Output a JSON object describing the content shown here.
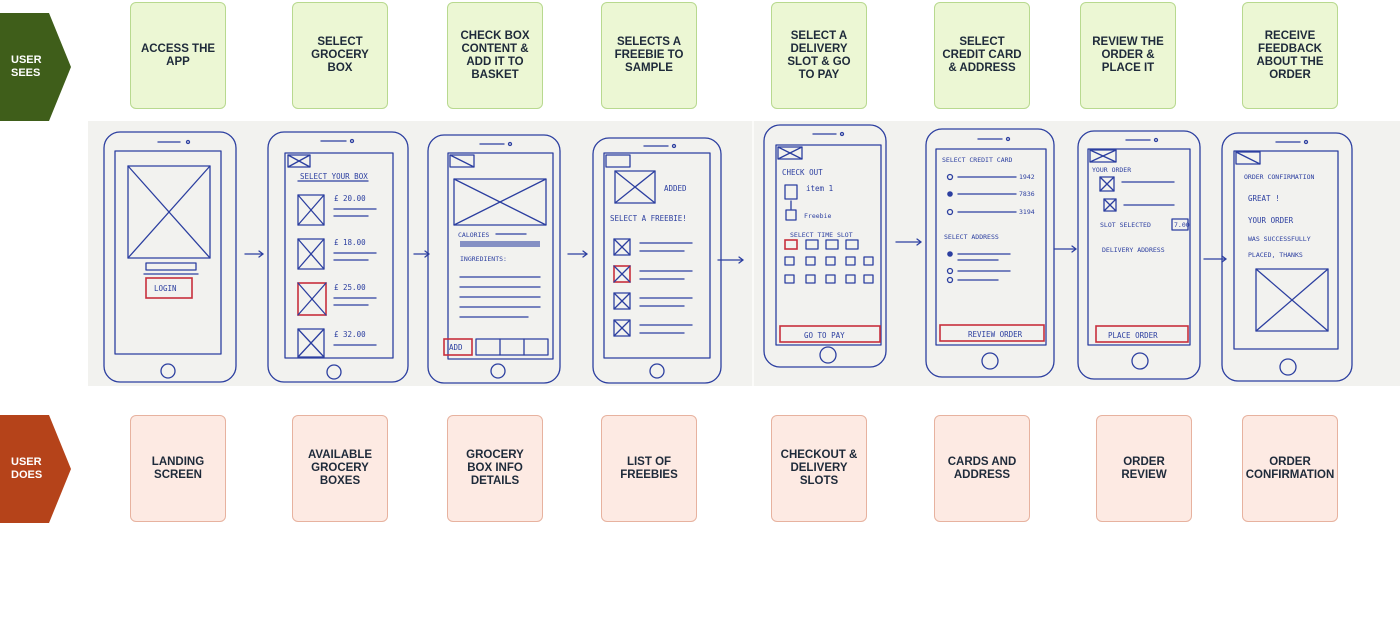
{
  "rows": {
    "sees_label": "USER\nSEES",
    "does_label": "USER\nDOES"
  },
  "colors": {
    "sees": "#3f5e1a",
    "does": "#b5431a",
    "ink": "#2c3fa0",
    "highlight": "#c72f3d"
  },
  "steps": [
    {
      "sees": "ACCESS THE APP",
      "does": "LANDING SCREEN"
    },
    {
      "sees": "SELECT GROCERY BOX",
      "does": "AVAILABLE GROCERY BOXES"
    },
    {
      "sees": "CHECK BOX CONTENT & ADD IT TO BASKET",
      "does": "GROCERY BOX INFO DETAILS"
    },
    {
      "sees": "SELECTS A FREEBIE TO SAMPLE",
      "does": "LIST OF FREEBIES"
    },
    {
      "sees": "SELECT A DELIVERY SLOT & GO TO PAY",
      "does": "CHECKOUT & DELIVERY SLOTS"
    },
    {
      "sees": "SELECT CREDIT CARD & ADDRESS",
      "does": "CARDS AND ADDRESS"
    },
    {
      "sees": "REVIEW THE ORDER & PLACE IT",
      "does": "ORDER REVIEW"
    },
    {
      "sees": "RECEIVE FEEDBACK ABOUT THE ORDER",
      "does": "ORDER CONFIRMATION"
    }
  ],
  "sketches": {
    "login": "LOGIN",
    "select_box_title": "SELECT YOUR BOX",
    "prices": [
      "£ 20.00",
      "£ 18.00",
      "£ 25.00",
      "£ 32.00"
    ],
    "calories": "CALORIES",
    "ingredients": "INGREDIENTS:",
    "add": "ADD",
    "added": "ADDED",
    "select_freebie": "SELECT A FREEBIE!",
    "check_out": "CHECK OUT",
    "item_1": "item 1",
    "freebie": "Freebie",
    "select_time_slot": "SELECT TIME SLOT",
    "go_to_pay": "GO TO PAY",
    "select_credit_card": "SELECT CREDIT CARD",
    "card_numbers": [
      "1942",
      "7836",
      "3194"
    ],
    "select_address": "SELECT ADDRESS",
    "review_order": "REVIEW ORDER",
    "your_order": "YOUR ORDER",
    "slot_selected": "SLOT SELECTED",
    "slot_value": "7.00",
    "delivery_address": "DELIVERY ADDRESS",
    "place_order": "PLACE ORDER",
    "order_confirmation": "ORDER CONFIRMATION",
    "confirm_lines": [
      "GREAT !",
      "YOUR ORDER",
      "WAS SUCCESSFULLY",
      "PLACED, THANKS"
    ]
  }
}
